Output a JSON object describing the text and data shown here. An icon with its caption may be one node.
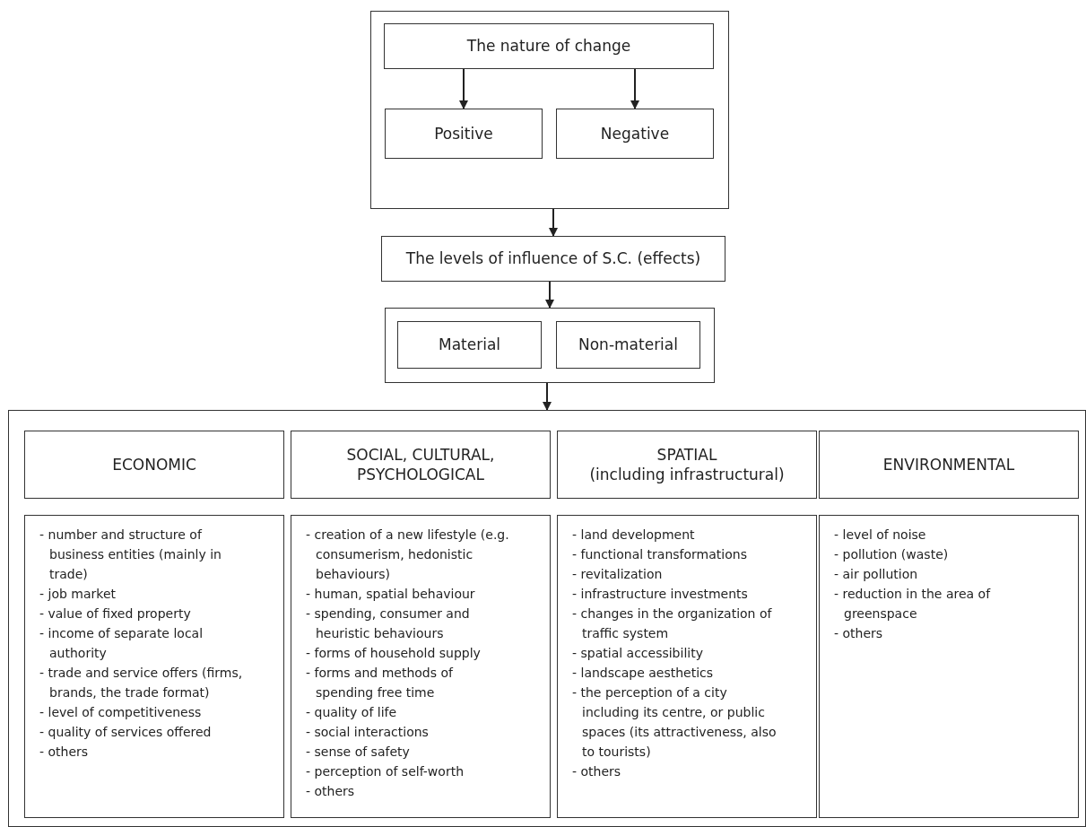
{
  "diagram": {
    "nodes": [
      {
        "text": [],
        "shape": "box"
      },
      {
        "text": [
          "The nature of change"
        ],
        "in": 0
      },
      {
        "text": [
          "Positive"
        ],
        "in": 0
      },
      {
        "text": [
          "Negative"
        ],
        "in": 0
      },
      {
        "text": [
          "The levels of influence of S.C. (effects)"
        ]
      },
      {
        "text": [],
        "shape": "box"
      },
      {
        "text": [
          "Material"
        ],
        "in": 5
      },
      {
        "text": [
          "Non-material"
        ],
        "in": 5
      },
      {
        "text": [],
        "shape": "box"
      },
      {
        "text": [
          "ECONOMIC"
        ],
        "in": 8
      },
      {
        "text": [
          "SOCIAL, CULTURAL, PSYCHOLOGICAL"
        ],
        "in": 8
      },
      {
        "text": [
          "SPATIAL",
          "(including infrastructural)"
        ],
        "in": 8
      },
      {
        "text": [
          "ENVIRONMENTAL"
        ],
        "in": 8
      },
      {
        "text": [
          "- number and structure of business entities (mainly in trade)",
          "- job market",
          "- value of fixed property",
          "- income of separate local authority",
          "- trade and service offers (firms, brands, the trade format)",
          "- level of competitiveness",
          "- quality of services offered",
          "- others"
        ],
        "in": 8
      },
      {
        "text": [
          "- creation of a new lifestyle (e.g. consumerism, hedonistic behaviours)",
          "- human, spatial behaviour",
          "- spending, consumer and heuristic behaviours",
          "- forms of household supply",
          "- forms and methods of spending free time",
          "- quality of life",
          "- social interactions",
          "- sense of safety",
          "- perception of self-worth",
          "- others"
        ],
        "in": 8
      },
      {
        "text": [
          "- land development",
          "- functional transformations",
          "- revitalization",
          "- infrastructure investments",
          "- changes in the organization of traffic system",
          "- spatial accessibility",
          "- landscape aesthetics",
          "- the perception of a city including its centre, or public spaces (its attractiveness, also to tourists)",
          "- others"
        ],
        "in": 8
      },
      {
        "text": [
          "- level of noise",
          "- pollution (waste)",
          "- air pollution",
          "- reduction in the area of greenspace",
          "- others"
        ],
        "in": 8
      }
    ],
    "edges": [
      {
        "from": 1,
        "to": 2,
        "arrow": "to"
      },
      {
        "from": 1,
        "to": 3,
        "arrow": "to"
      },
      {
        "from": 0,
        "to": 4,
        "arrow": "to"
      },
      {
        "from": 4,
        "to": 5,
        "arrow": "to"
      },
      {
        "from": 5,
        "to": 8,
        "arrow": "to"
      }
    ]
  }
}
